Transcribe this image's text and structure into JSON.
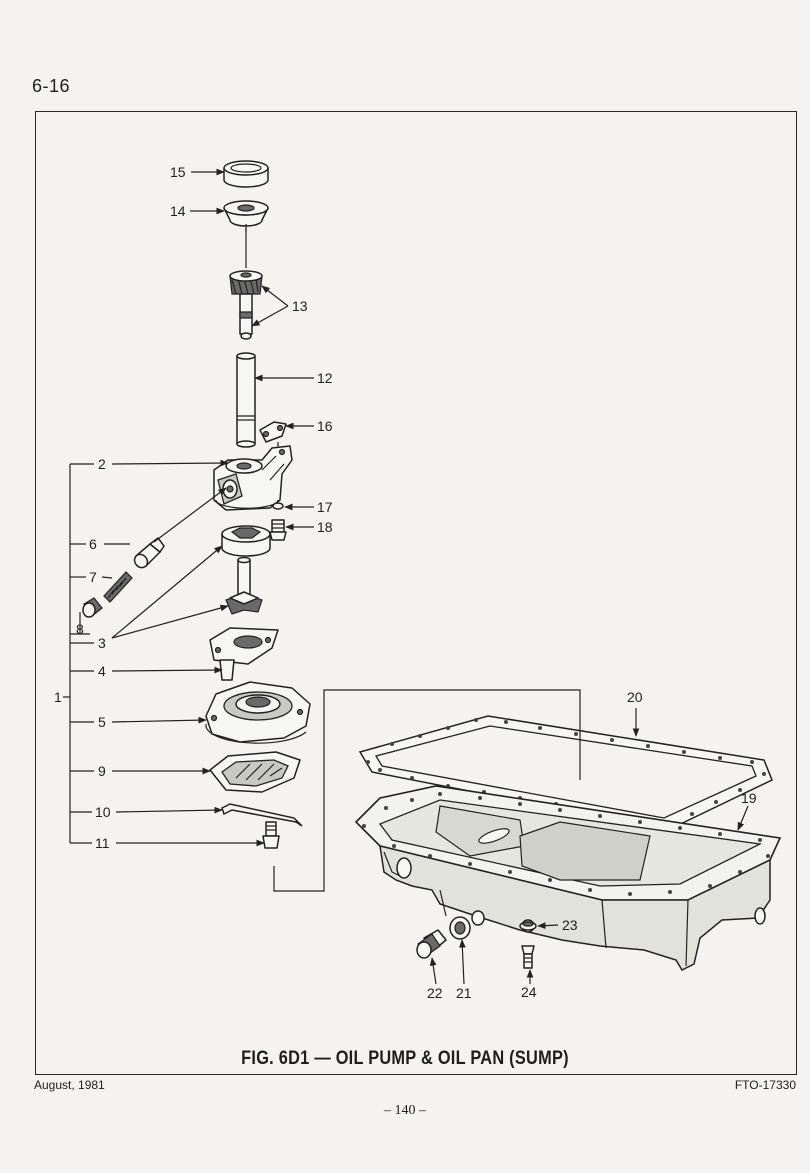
{
  "header": {
    "page_number": "6-16"
  },
  "figure": {
    "caption": "FIG. 6D1 — OIL PUMP & OIL PAN (SUMP)",
    "callouts": [
      "1",
      "2",
      "3",
      "4",
      "5",
      "6",
      "7",
      "8",
      "9",
      "10",
      "11",
      "12",
      "13",
      "14",
      "15",
      "16",
      "17",
      "18",
      "19",
      "20",
      "21",
      "22",
      "23",
      "24"
    ]
  },
  "footer": {
    "date": "August, 1981",
    "code": "FTO-17330",
    "page": "– 140 –"
  }
}
